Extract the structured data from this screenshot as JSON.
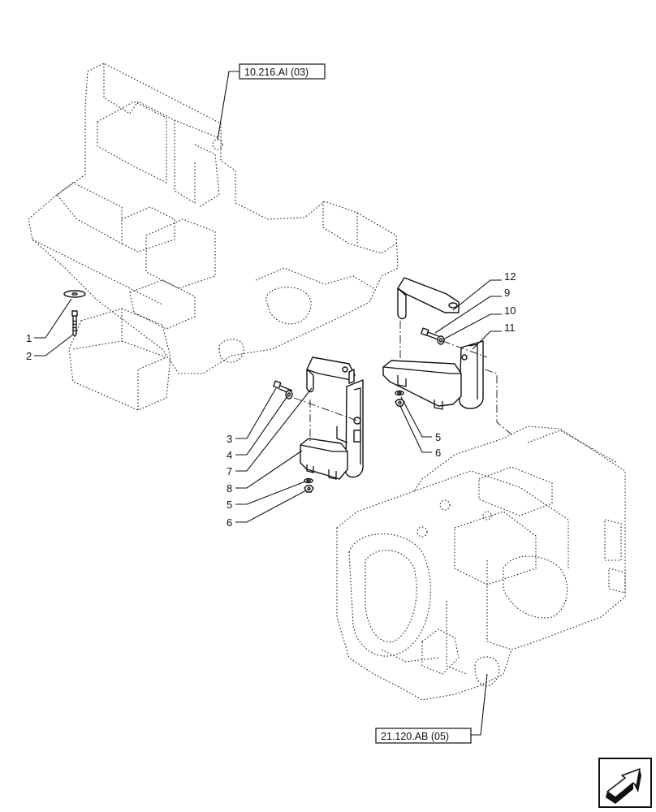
{
  "references": {
    "top": "10.216.AI (03)",
    "bottom": "21.120.AB (05)"
  },
  "callouts": {
    "c1": "1",
    "c2": "2",
    "c3": "3",
    "c4": "4",
    "c5a": "5",
    "c6a": "6",
    "c7": "7",
    "c8": "8",
    "c5b": "5",
    "c6b": "6",
    "c12": "12",
    "c9": "9",
    "c10": "10",
    "c11": "11"
  },
  "icons": {
    "nav": "arrow-navigation-icon"
  }
}
